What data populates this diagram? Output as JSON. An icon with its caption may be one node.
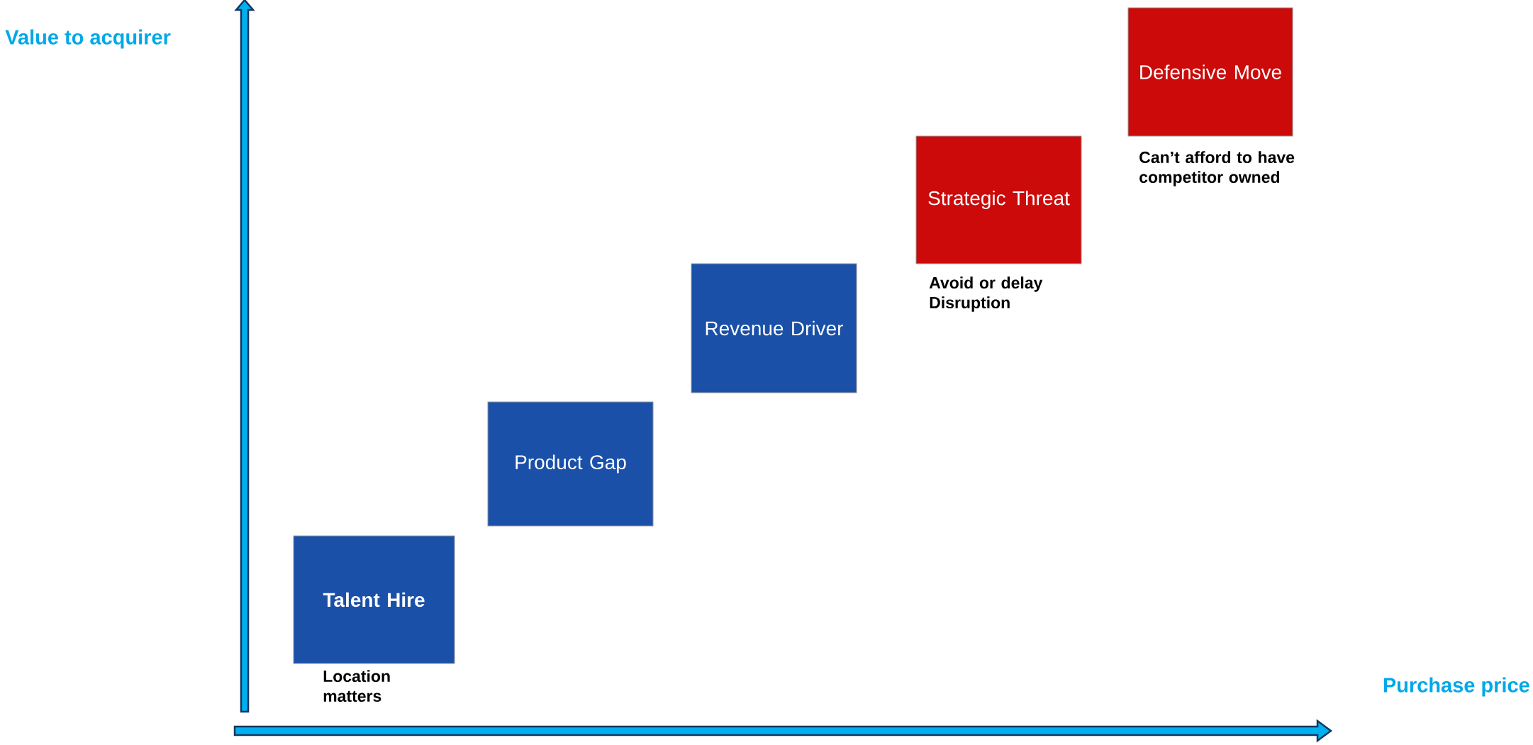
{
  "diagram": {
    "nodes": [
      {
        "text": [
          "Talent Hire"
        ],
        "beside": [
          "Location matters"
        ]
      },
      {
        "text": [
          "Product Gap"
        ]
      },
      {
        "text": [
          "Revenue Driver"
        ]
      },
      {
        "text": [
          "Strategic Threat"
        ],
        "beside": [
          "Avoid or delay Disruption"
        ]
      },
      {
        "text": [
          "Defensive Move"
        ],
        "beside": [
          "Can’t afford to have competitor owned"
        ]
      }
    ],
    "labels": [
      "Value to acquirer",
      "Purchase price"
    ]
  }
}
